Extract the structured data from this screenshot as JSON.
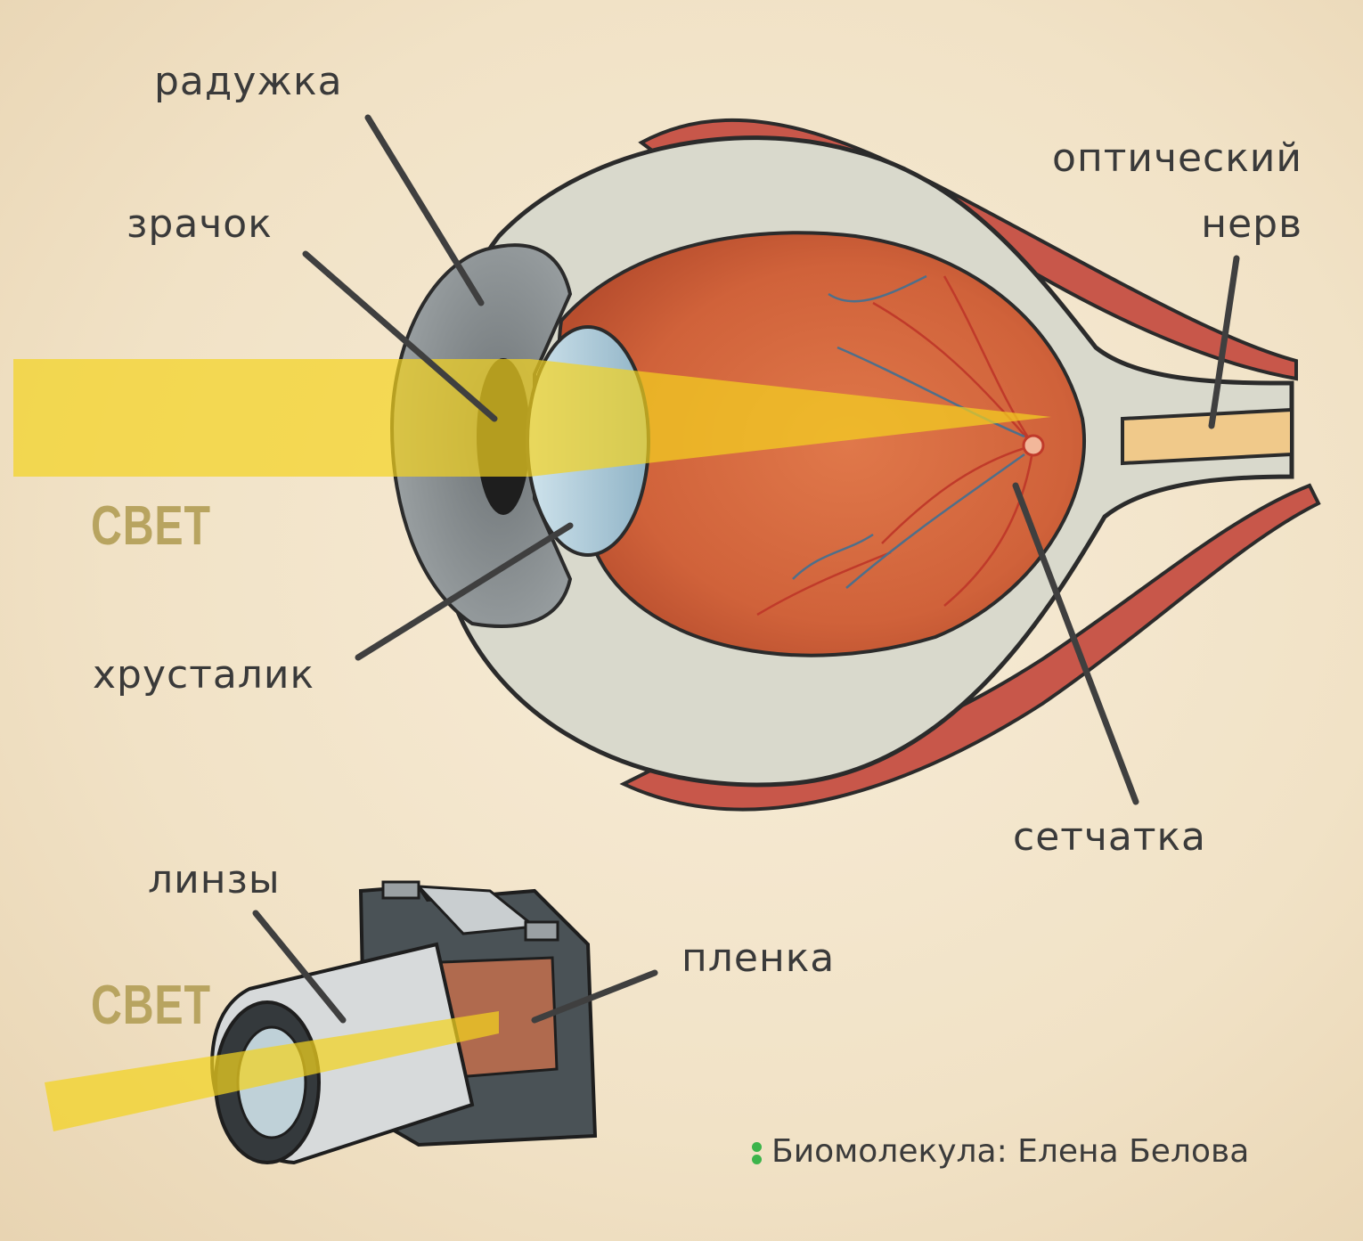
{
  "labels": {
    "iris": "радужка",
    "pupil": "зрачок",
    "lens": "хрусталик",
    "optic_nerve_line1": "оптический",
    "optic_nerve_line2": "нерв",
    "retina": "сетчатка",
    "camera_lenses": "линзы",
    "film": "пленка",
    "light_eye": "СВЕТ",
    "light_camera": "СВЕТ"
  },
  "credit": {
    "text": "Биомолекула: Елена Белова",
    "dot_color": "#3cb44b"
  },
  "colors": {
    "light_beam": "#f3d320",
    "sclera": "#d9d9cc",
    "retina_fill": "#d4693c",
    "muscle": "#c8574a",
    "iris": "#8a8f92",
    "camera_body": "#4a5256"
  }
}
